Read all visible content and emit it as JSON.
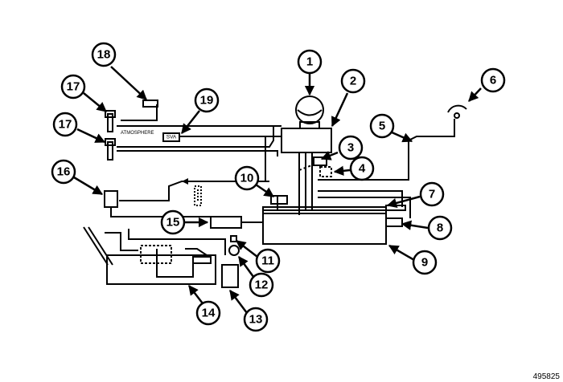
{
  "diagram": {
    "reference_number": "495825",
    "labels": {
      "atmosphere": "ATMOSPHERE",
      "sva": "SVA"
    },
    "callouts": [
      "1",
      "2",
      "3",
      "4",
      "5",
      "6",
      "7",
      "8",
      "9",
      "10",
      "11",
      "12",
      "13",
      "14",
      "15",
      "16",
      "17",
      "17",
      "18",
      "19"
    ],
    "colors": {
      "line": "#000000",
      "background": "#ffffff"
    }
  }
}
